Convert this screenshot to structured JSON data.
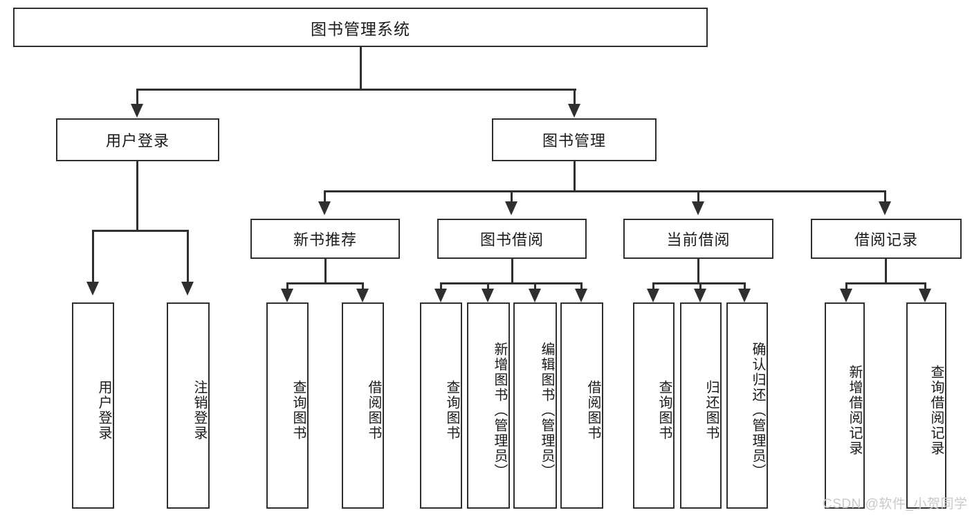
{
  "diagram": {
    "title": "图书管理系统",
    "type": "hierarchy-tree",
    "nodes": {
      "root": {
        "label": "图书管理系统"
      },
      "level2": [
        {
          "id": "user-login",
          "label": "用户登录"
        },
        {
          "id": "book-management",
          "label": "图书管理"
        }
      ],
      "level3": [
        {
          "id": "new-book-recommend",
          "label": "新书推荐"
        },
        {
          "id": "book-borrow",
          "label": "图书借阅"
        },
        {
          "id": "current-borrow",
          "label": "当前借阅"
        },
        {
          "id": "borrow-record",
          "label": "借阅记录"
        }
      ],
      "leaves": {
        "user_login": [
          {
            "id": "leaf-user-login",
            "label": "用户登录"
          },
          {
            "id": "leaf-logout-login",
            "label": "注销登录"
          }
        ],
        "new_book_recommend": [
          {
            "id": "leaf-query-book-1",
            "label": "查询图书"
          },
          {
            "id": "leaf-borrow-book-1",
            "label": "借阅图书"
          }
        ],
        "book_borrow": [
          {
            "id": "leaf-query-book-2",
            "label": "查询图书"
          },
          {
            "id": "leaf-add-book",
            "label": "新增图书（管理员）"
          },
          {
            "id": "leaf-edit-book",
            "label": "编辑图书（管理员）"
          },
          {
            "id": "leaf-borrow-book-2",
            "label": "借阅图书"
          }
        ],
        "current_borrow": [
          {
            "id": "leaf-query-book-3",
            "label": "查询图书"
          },
          {
            "id": "leaf-return-book",
            "label": "归还图书"
          },
          {
            "id": "leaf-confirm-return",
            "label": "确认归还（管理员）"
          }
        ],
        "borrow_record": [
          {
            "id": "leaf-add-record",
            "label": "新增借阅记录"
          },
          {
            "id": "leaf-query-record",
            "label": "查询借阅记录"
          }
        ]
      }
    },
    "colors": {
      "stroke": "#2f2f2f",
      "fill": "#ffffff",
      "text": "#1a1a1a",
      "watermark": "#c9c9c9"
    }
  },
  "watermark": {
    "text": "CSDN @软件_小贺同学"
  }
}
